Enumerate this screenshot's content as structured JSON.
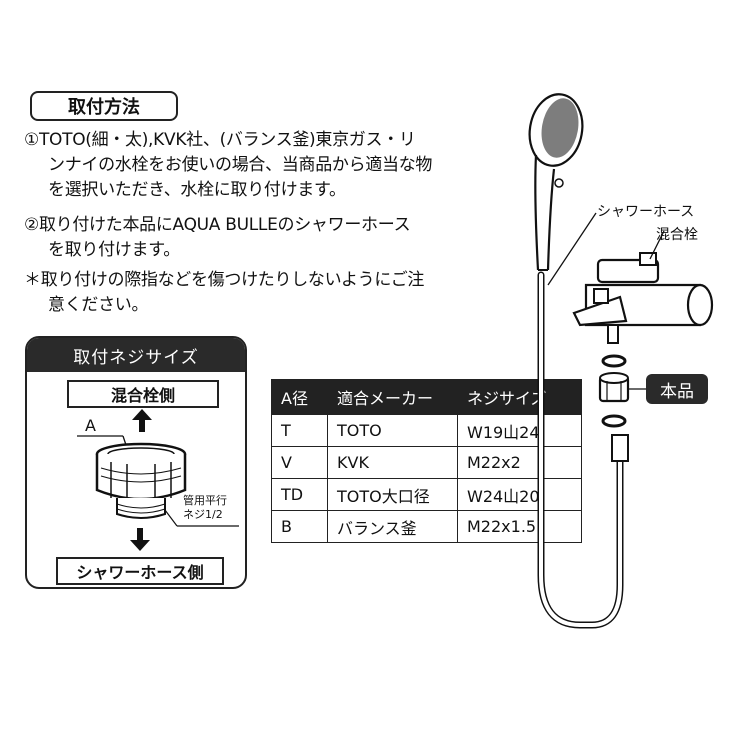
{
  "instructions": {
    "title": "取付方法",
    "step1_line1": "①TOTO(細・太),KVK社、(バランス釜)東京ガス・リ",
    "step1_line2": "ンナイの水栓をお使いの場合、当商品から適当な物",
    "step1_line3": "を選択いただき、水栓に取り付けます。",
    "step2_line1": "②取り付けた本品にAQUA BULLEのシャワーホース",
    "step2_line2": "を取り付けます。",
    "note_line1": "＊取り付けの際指などを傷つけたりしないようにご注",
    "note_line2": "意ください。"
  },
  "screw_panel": {
    "heading": "取付ネジサイズ",
    "top_label": "混合栓側",
    "a_label": "A",
    "pipe_label_line1": "管用平行",
    "pipe_label_line2": "ネジ1/2",
    "bottom_label": "シャワーホース側"
  },
  "spec_table": {
    "headers": [
      "A径",
      "適合メーカー",
      "ネジサイズ"
    ],
    "rows": [
      [
        "T",
        "TOTO",
        "W19山24"
      ],
      [
        "V",
        "KVK",
        "M22x2"
      ],
      [
        "TD",
        "TOTO大口径",
        "W24山20"
      ],
      [
        "B",
        "バランス釜",
        "M22x1.5"
      ]
    ]
  },
  "illustration": {
    "shower_hose_label": "シャワーホース",
    "mixer_label": "混合栓",
    "product_label": "本品"
  }
}
